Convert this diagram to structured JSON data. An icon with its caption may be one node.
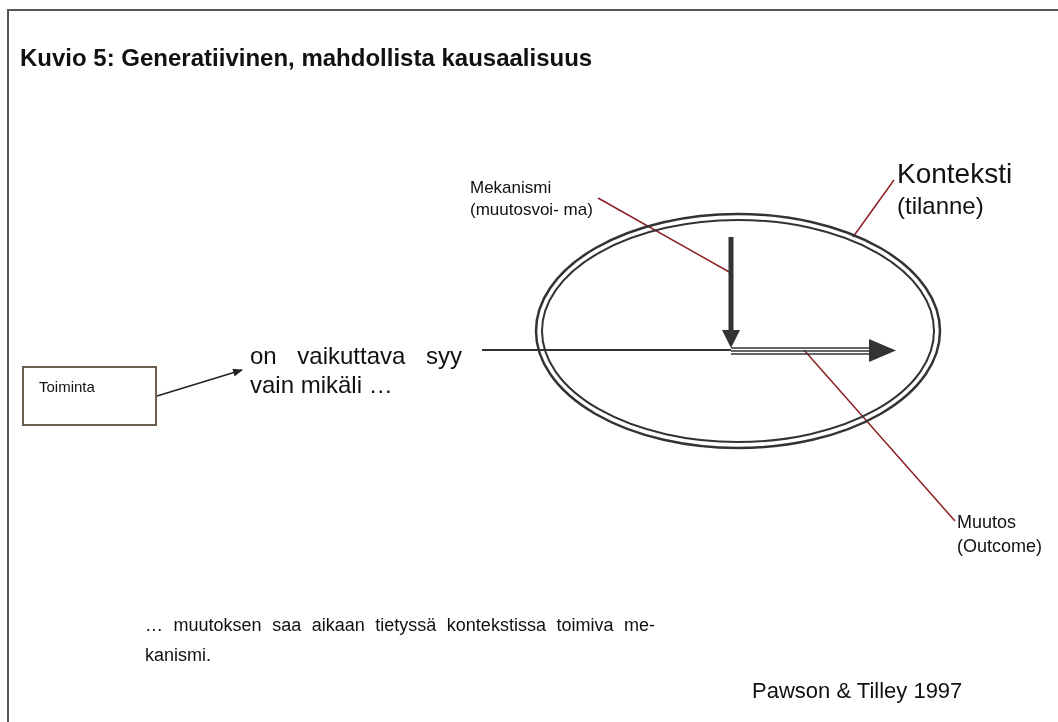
{
  "diagram": {
    "title": "Kuvio 5: Generatiivinen, mahdollista kausaalisuus",
    "nodes": [
      {
        "text": [
          "Toiminta"
        ]
      },
      {
        "text": [
          "on vaikuttava syy vain mikäli …"
        ]
      },
      {
        "text": [],
        "shape": "ellipse"
      },
      {
        "text": [
          "Konteksti",
          "(tilanne)"
        ]
      },
      {
        "text": [
          "Mekanismi (muutosvoi- ma)"
        ]
      },
      {
        "text": [
          "Muutos (Outcome)"
        ]
      },
      {
        "text": [],
        "shape": "arrow",
        "in": 2
      },
      {
        "text": [],
        "shape": "arrow",
        "in": 2
      }
    ],
    "edges": [
      {
        "from": 0,
        "to": 1,
        "arrow": "to",
        "color": "#222222"
      },
      {
        "from": 3,
        "to": 2,
        "arrow": "none"
      },
      {
        "from": 4,
        "to": 6,
        "arrow": "none"
      },
      {
        "from": 5,
        "to": 7,
        "arrow": "none"
      }
    ],
    "labels": [
      "… muutoksen saa aikaan tietyssä kontekstissa toimiva me- kanismi.",
      "Pawson & Tilley 1997"
    ]
  }
}
